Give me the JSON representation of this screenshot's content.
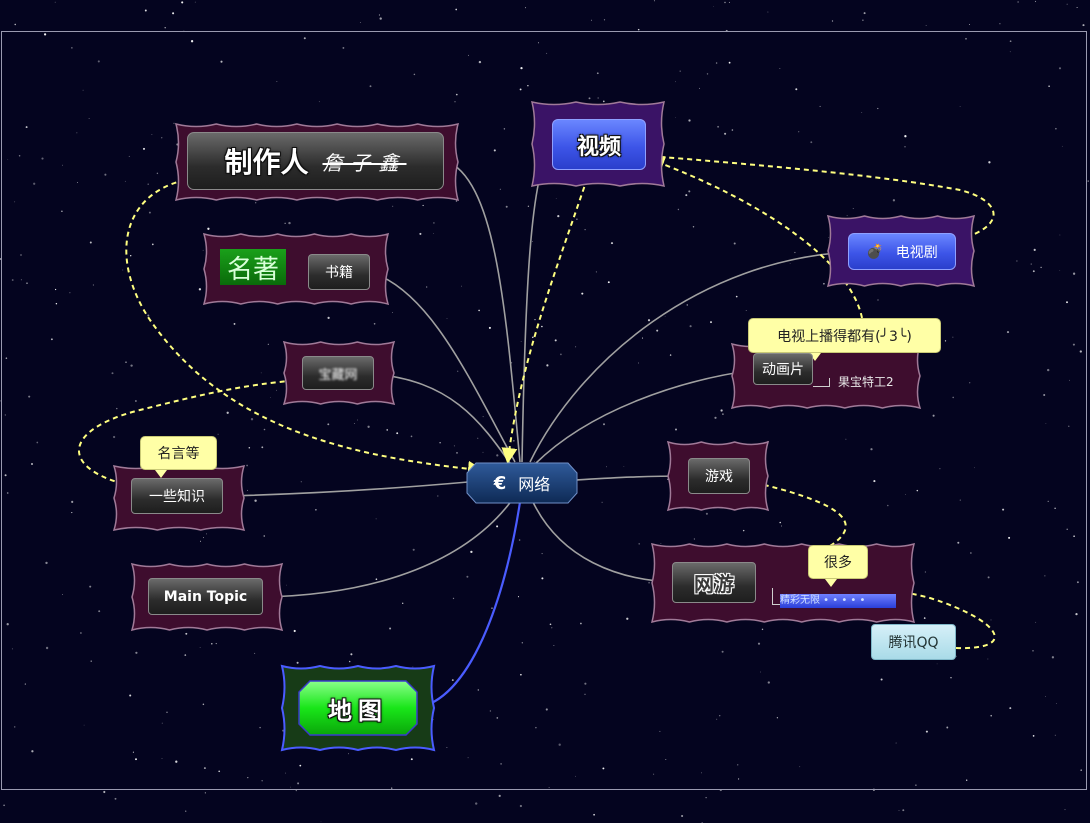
{
  "colors": {
    "background": "#04041f",
    "blob_fill": "#3e0d2e",
    "blob_border": "#a07a98",
    "purple_blob_fill": "#3a1366",
    "green_blob_fill": "#173b17",
    "connector": "#a0a0a0",
    "dashed_relation": "#ffff80",
    "map_connector": "#4a5cff"
  },
  "central": {
    "icon": "euro-icon",
    "icon_glyph": "€",
    "label": "网络"
  },
  "topics": {
    "producer": {
      "label": "制作人",
      "signature": "詹子鑫"
    },
    "books": {
      "label": "书籍",
      "image_text": "名著"
    },
    "blurred": {
      "label": "宝藏网"
    },
    "knowledge": {
      "label": "一些知识",
      "callout": "名言等"
    },
    "main_topic": {
      "label": "Main Topic"
    },
    "map": {
      "label": "地图"
    },
    "video": {
      "label": "视频"
    },
    "tv_drama": {
      "label": "电视剧",
      "icon": "bomb-icon",
      "icon_glyph": "💣"
    },
    "animation": {
      "label": "动画片",
      "callout": "电视上播得都有(╯3╰)",
      "child": "果宝特工2"
    },
    "games": {
      "label": "游戏"
    },
    "online_games": {
      "label": "网游",
      "callout": "很多",
      "child_bar": "精彩无限 • • • • •",
      "floating": "腾讯QQ"
    }
  }
}
